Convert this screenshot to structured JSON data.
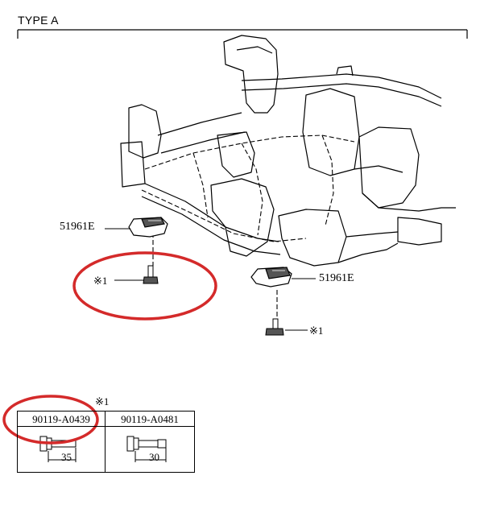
{
  "title": "TYPE A",
  "callouts": {
    "upper_left": "51961E",
    "right": "51961E"
  },
  "marks": {
    "left_bolt": "※1",
    "right_bolt": "※1",
    "table_note": "※1"
  },
  "table": {
    "parts": [
      {
        "number": "90119-A0439",
        "length": "35"
      },
      {
        "number": "90119-A0481",
        "length": "30"
      }
    ]
  },
  "highlight_color": "#d42a2a"
}
